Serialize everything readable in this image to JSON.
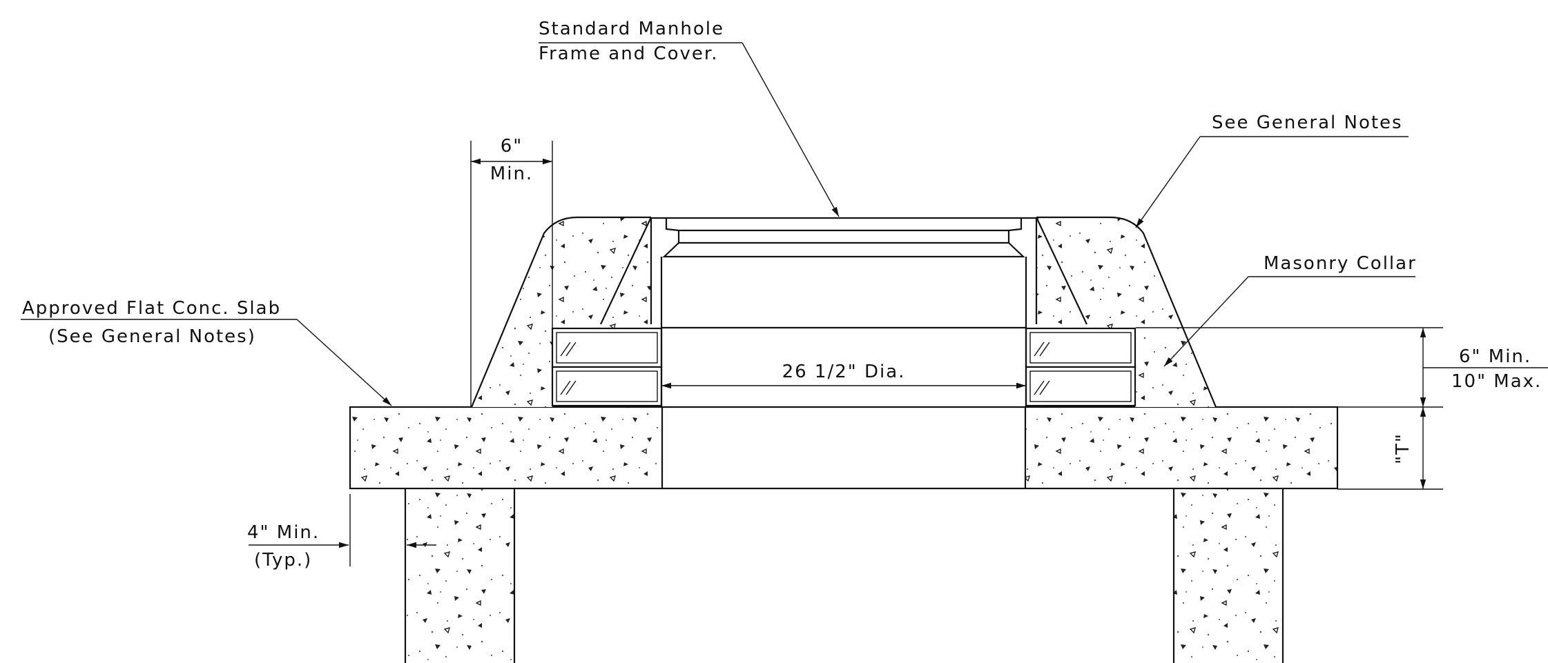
{
  "labels": {
    "frame_cover_line1": "Standard Manhole",
    "frame_cover_line2": "Frame and Cover.",
    "see_notes_top": "See General Notes",
    "masonry_collar": "Masonry Collar",
    "slab_line1": "Approved Flat Conc. Slab",
    "slab_line2": "(See General Notes)",
    "six_min_top": "6\"",
    "six_min_bottom": "Min.",
    "diameter": "26 1/2\" Dia.",
    "collar_height_line1": "6\" Min.",
    "collar_height_line2": "10\" Max.",
    "slab_thickness": "\"T\"",
    "wall_offset_line1": "4\" Min.",
    "wall_offset_line2": "(Typ.)"
  }
}
